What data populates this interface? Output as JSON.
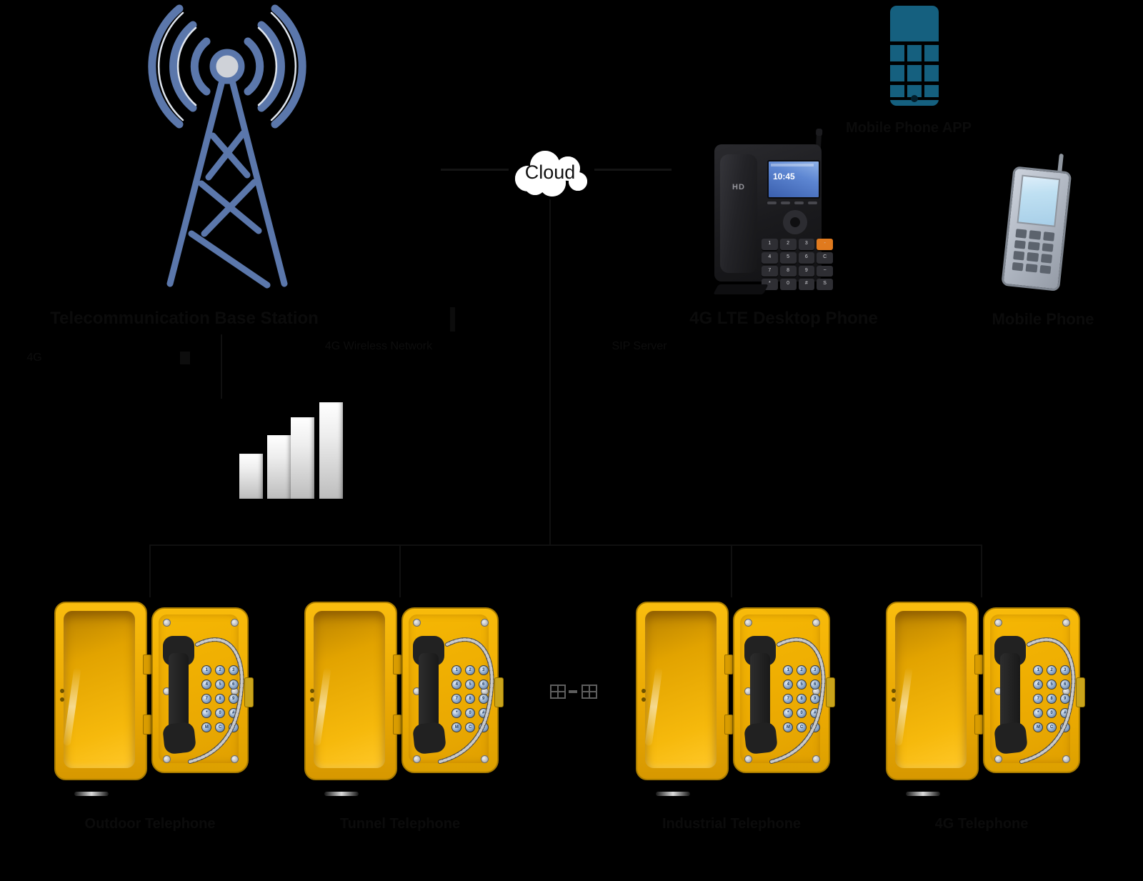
{
  "title": "4G LTE weatherproof telephone network diagram",
  "colors": {
    "background": "#000000",
    "tower_blue": "#5b77ab",
    "cloud_fill": "#ffffff",
    "smartphone_teal": "#15607f",
    "cellphone_gray": "#b8bec9",
    "cellphone_screen": "#bfe0f2",
    "signal_bar_gradient_top": "#ffffff",
    "signal_bar_gradient_bottom": "#bdbdbd",
    "phone_yellow": "#f5b301",
    "desk_phone_screen_blue": "#5d86d2",
    "label_text": "#0b0b0b"
  },
  "labels": {
    "base_station": "Telecommunication Base Station",
    "cloud": "Cloud",
    "desk_phone": "4G LTE Desktop Phone",
    "mobile_phone_app": "Mobile Phone APP",
    "mobile_phone": "Mobile Phone",
    "network_left": "4G",
    "network_mid": "4G Wireless Network",
    "sip_server": "SIP Server"
  },
  "desk_phone": {
    "brand": "HD",
    "screen_time": "10:45",
    "keys": [
      "1",
      "2",
      "3",
      "-",
      "4",
      "5",
      "6",
      "C",
      "7",
      "8",
      "9",
      "~",
      "*",
      "0",
      "#",
      "S"
    ],
    "orange_key_index": 3
  },
  "signal_icon": {
    "bars": 4,
    "heights": [
      63,
      89,
      114,
      135
    ],
    "offsets_x": [
      0,
      39,
      72,
      112
    ]
  },
  "yellow_phone": {
    "keys": [
      "1",
      "2",
      "3",
      "4",
      "5",
      "6",
      "7",
      "8",
      "9",
      "*",
      "0",
      "#",
      "M",
      "C",
      "R"
    ]
  },
  "bottom_phones": [
    {
      "label": "Outdoor Telephone"
    },
    {
      "label": "Tunnel Telephone"
    },
    {
      "label": "Industrial Telephone"
    },
    {
      "label": "4G Telephone"
    }
  ]
}
